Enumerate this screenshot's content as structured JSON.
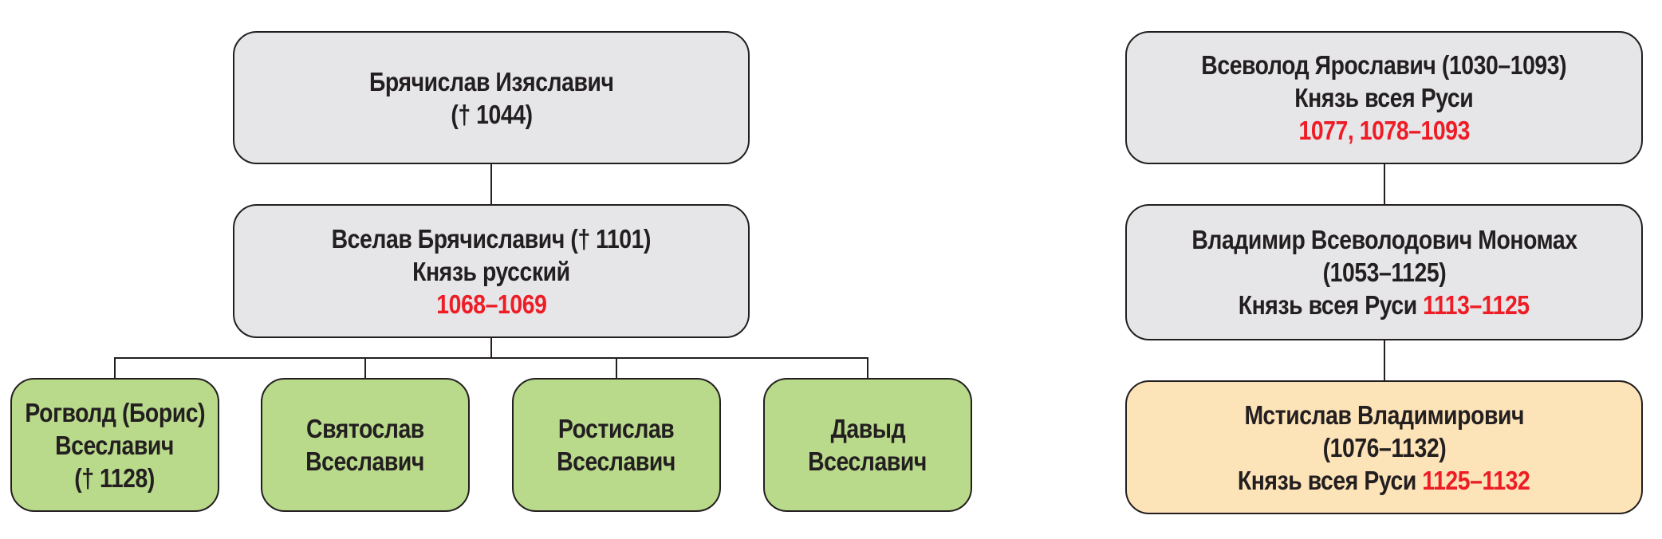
{
  "colors": {
    "gray": "#e6e6e8",
    "green": "#b9d98b",
    "peach": "#fde3b8",
    "red": "#ee1c25"
  },
  "left_tree": {
    "root": {
      "line1": "Брячислав Изяславич",
      "line2": "(† 1044)"
    },
    "second": {
      "line1": "Вселав Брячиславич († 1101)",
      "line2": "Князь русский",
      "reign": "1068–1069"
    },
    "children": [
      {
        "line1": "Рогволд (Борис)",
        "line2": "Всеславич",
        "line3": "(† 1128)"
      },
      {
        "line1": "Святослав",
        "line2": "Всеславич"
      },
      {
        "line1": "Ростислав",
        "line2": "Всеславич"
      },
      {
        "line1": "Давыд",
        "line2": "Всеславич"
      }
    ]
  },
  "right_tree": {
    "first": {
      "line1": "Всеволод Ярославич (1030–1093)",
      "line2": "Князь всея Руси",
      "reign": "1077, 1078–1093"
    },
    "second": {
      "line1": "Владимир Всеволодович Мономах",
      "line2": "(1053–1125)",
      "title": "Князь всея Руси",
      "reign": "1113–1125"
    },
    "third": {
      "line1": "Мстислав Владимирович",
      "line2": "(1076–1132)",
      "title": "Князь всея Руси",
      "reign": "1125–1132"
    }
  }
}
